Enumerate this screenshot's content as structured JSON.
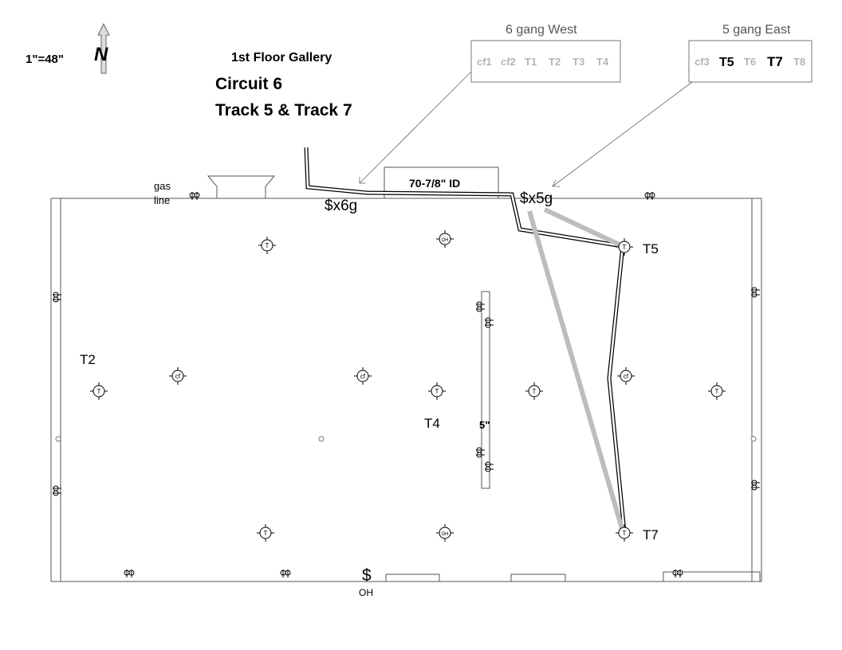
{
  "scale": "1\"=48\"",
  "north_label": "N",
  "title": "1st Floor Gallery",
  "circuit": "Circuit 6",
  "tracks": "Track 5 & Track 7",
  "west_gang": {
    "title": "6 gang West",
    "switches": [
      "cf1",
      "cf2",
      "T1",
      "T2",
      "T3",
      "T4"
    ]
  },
  "east_gang": {
    "title": "5 gang East",
    "switches": [
      "cf3",
      "T5",
      "T6",
      "T7",
      "T8"
    ],
    "active": [
      "T5",
      "T7"
    ]
  },
  "gas_line": [
    "gas",
    "line"
  ],
  "opening_label": "70-7/8\" ID",
  "switch_west": "$x6g",
  "switch_east": "$x5g",
  "switch_bottom": "$",
  "switch_bottom_label": "OH",
  "column_label": "5\"",
  "track_labels": {
    "t2": "T2",
    "t4": "T4",
    "t5": "T5",
    "t7": "T7"
  },
  "fixture_glyphs": {
    "track": "T",
    "overhead": "OH",
    "ceiling_fan": "cf"
  },
  "colors": {
    "active": "#000000",
    "inactive": "#b4b4b4",
    "run": "#bdbdbd",
    "line": "#555555"
  }
}
